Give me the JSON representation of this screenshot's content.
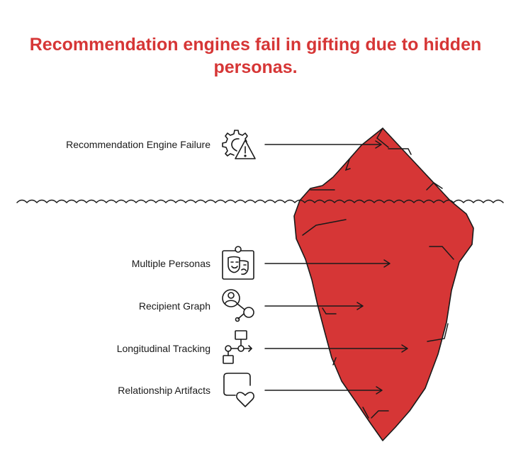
{
  "title": "Recommendation engines fail in gifting due to hidden personas.",
  "colors": {
    "accent": "#d63636",
    "title": "#d63636",
    "outline": "#1a1a1a"
  },
  "above_water": {
    "label": "Recommendation Engine Failure",
    "icon": "gear-warning-icon"
  },
  "below_water": [
    {
      "label": "Multiple Personas",
      "icon": "persona-mask-icon"
    },
    {
      "label": "Recipient Graph",
      "icon": "person-graph-icon"
    },
    {
      "label": "Longitudinal Tracking",
      "icon": "flowchart-icon"
    },
    {
      "label": "Relationship Artifacts",
      "icon": "tray-heart-icon"
    }
  ]
}
